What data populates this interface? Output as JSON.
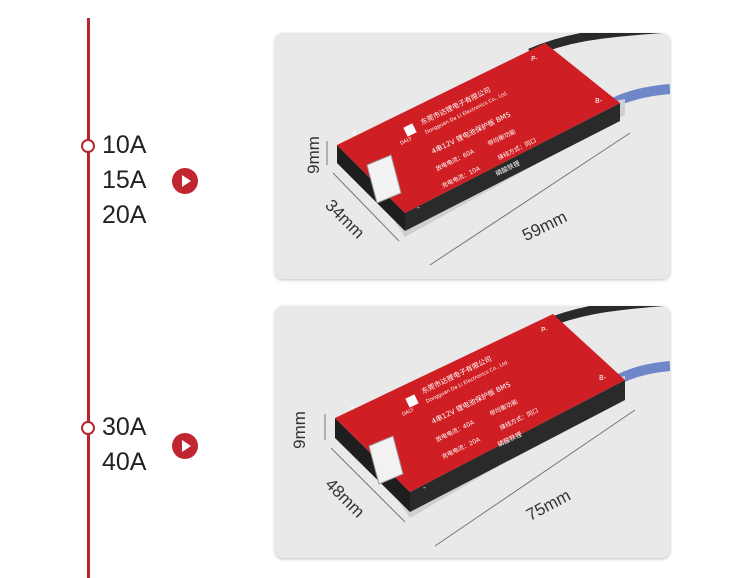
{
  "colors": {
    "accent": "#b5262f",
    "pcb": "#d01f24",
    "card_bg": "#e9e9ea"
  },
  "groups": [
    {
      "ratings": [
        "10A",
        "15A",
        "20A"
      ],
      "board": {
        "company_cn": "东莞市达锂电子有限公司",
        "company_en": "Dongguan Da Li Electronics Co., Ltd.",
        "logo": "DALY",
        "model": "4串12V  锂电池保护板  BMS",
        "discharge": "放电电流：60A",
        "feature": "带均衡功能",
        "charge": "充电电流：10A",
        "wiring": "接线方式：同口",
        "chem": "磷酸铁锂",
        "pad_pos": "P-",
        "pad_b": "B-",
        "pad_plus": "+",
        "pad_minus": "-"
      },
      "dims": {
        "height": "9mm",
        "width": "34mm",
        "length": "59mm"
      }
    },
    {
      "ratings": [
        "30A",
        "40A"
      ],
      "board": {
        "company_cn": "东莞市达锂电子有限公司",
        "company_en": "Dongguan Da Li Electronics Co., Ltd.",
        "logo": "DALY",
        "model": "4串12V  锂电池保护板  BMS",
        "discharge": "放电电流：40A",
        "feature": "带均衡功能",
        "charge": "充电电流：20A",
        "wiring": "接线方式：同口",
        "chem": "磷酸铁锂",
        "pad_pos": "P-",
        "pad_b": "B-",
        "pad_plus": "+",
        "pad_minus": "-"
      },
      "dims": {
        "height": "9mm",
        "width": "48mm",
        "length": "75mm"
      }
    }
  ]
}
